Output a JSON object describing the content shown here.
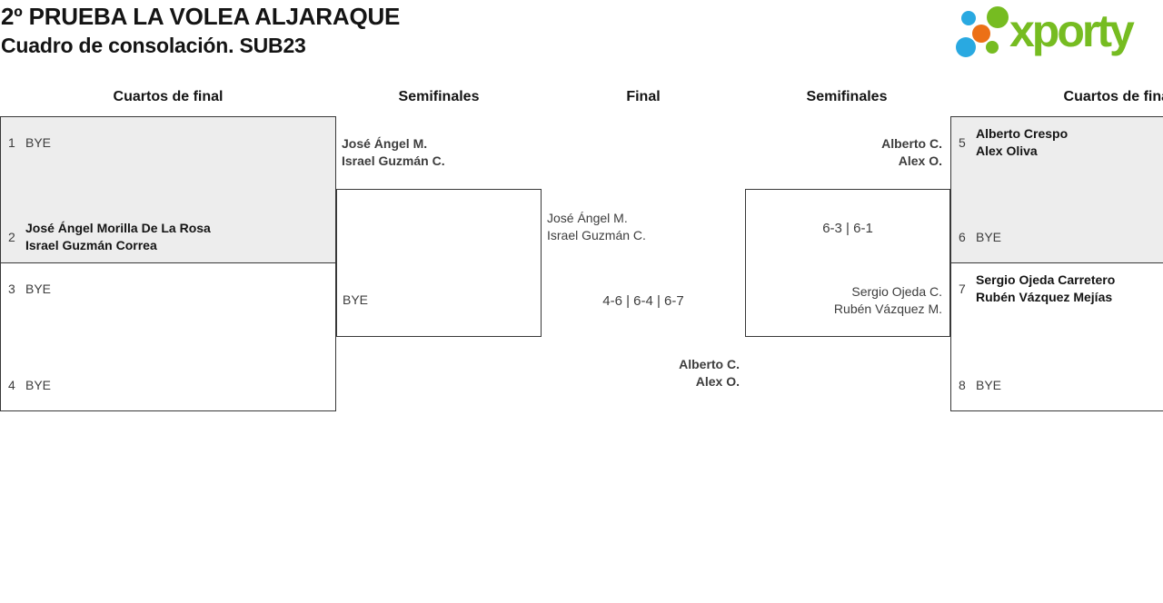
{
  "header": {
    "title": "2º PRUEBA LA VOLEA ALJARAQUE",
    "subtitle": "Cuadro de consolación. SUB23"
  },
  "logo": {
    "text": "xporty",
    "colors": {
      "green": "#76bc21",
      "blue": "#29a9e1",
      "orange": "#ec7016"
    }
  },
  "rounds": [
    "Cuartos de final",
    "Semifinales",
    "Final",
    "Semifinales",
    "Cuartos de final"
  ],
  "bracket": {
    "qf1": {
      "seed_top": "1",
      "top1": "BYE",
      "seed_bottom": "2",
      "bottom1": "José Ángel Morilla De La Rosa",
      "bottom2": "Israel Guzmán Correa"
    },
    "qf2": {
      "seed_top": "3",
      "top1": "BYE",
      "seed_bottom": "4",
      "bottom1": "BYE"
    },
    "qf3": {
      "seed_top": "5",
      "top1": "Alberto Crespo",
      "top2": "Alex Oliva",
      "seed_bottom": "6",
      "bottom1": "BYE"
    },
    "qf4": {
      "seed_top": "7",
      "top1": "Sergio Ojeda Carretero",
      "top2": "Rubén Vázquez Mejías",
      "seed_bottom": "8",
      "bottom1": "BYE"
    },
    "sf_left": {
      "top1": "José Ángel M.",
      "top2": "Israel Guzmán C.",
      "bottom1": "BYE"
    },
    "sf_right": {
      "top1": "Alberto C.",
      "top2": "Alex O.",
      "score": "6-3 | 6-1",
      "bottom1": "Sergio Ojeda C.",
      "bottom2": "Rubén Vázquez M."
    },
    "final": {
      "top1": "José Ángel M.",
      "top2": "Israel Guzmán C.",
      "score": "4-6 | 6-4 | 6-7",
      "bottom1": "Alberto C.",
      "bottom2": "Alex O."
    }
  }
}
